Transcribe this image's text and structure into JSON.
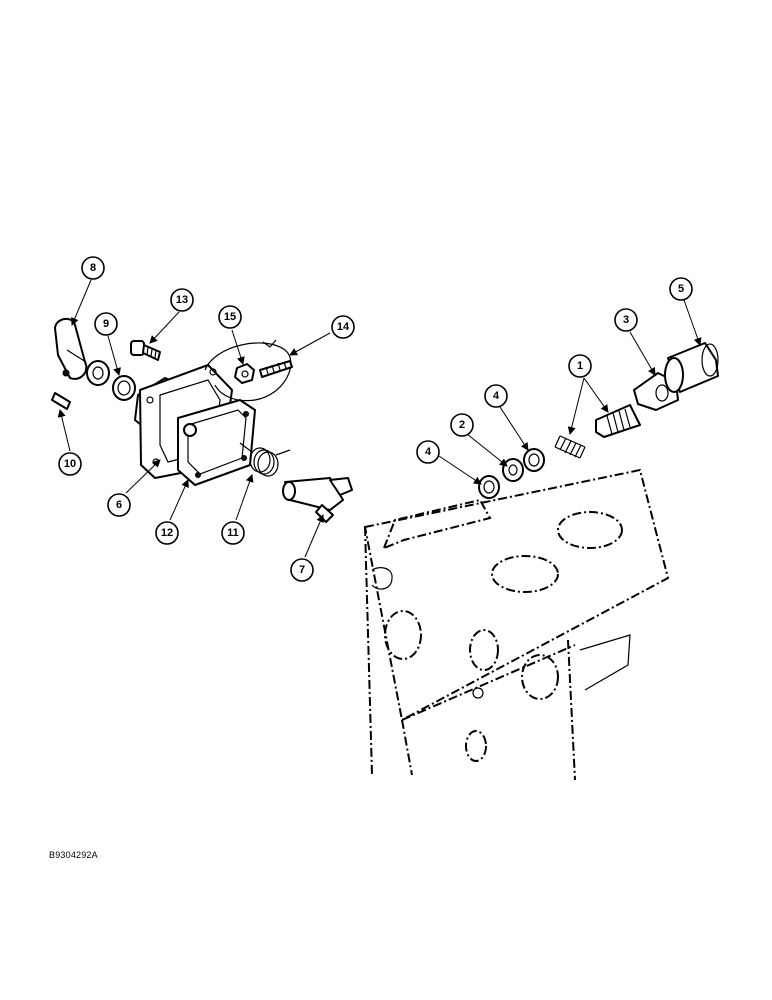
{
  "drawing_code": "B9304292A",
  "callouts": [
    "1",
    "2",
    "3",
    "4",
    "4",
    "5",
    "6",
    "7",
    "8",
    "9",
    "10",
    "11",
    "12",
    "13",
    "14",
    "15"
  ],
  "colors": {
    "ink": "#000000",
    "paper": "#ffffff"
  }
}
